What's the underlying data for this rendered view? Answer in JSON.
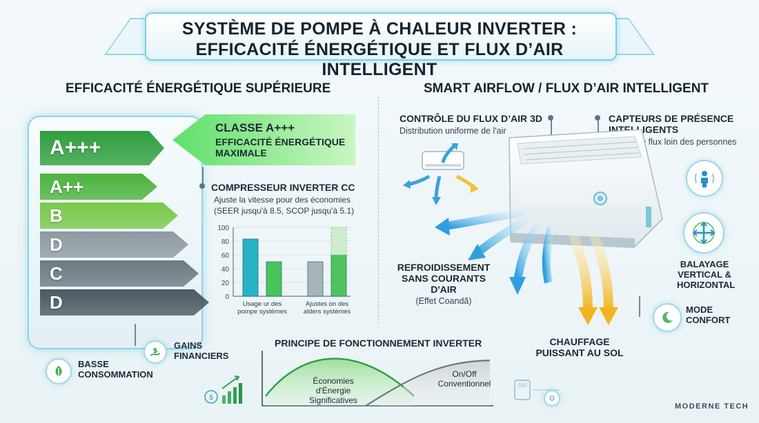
{
  "title": {
    "line1": "SYSTÈME DE POMPE À CHALEUR INVERTER :",
    "line2": "EFFICACITÉ ÉNERGÉTIQUE ET FLUX D’AIR INTELLIGENT"
  },
  "left": {
    "heading": "EFFICACITÉ ÉNERGÉTIQUE SUPÉRIEURE",
    "grades": [
      {
        "label": "A+++",
        "color": "#2f9e3e"
      },
      {
        "label": "A++",
        "color": "#4cb23c"
      },
      {
        "label": "B",
        "color": "#78c94a"
      },
      {
        "label": "D",
        "color": "#8e9aa1"
      },
      {
        "label": "C",
        "color": "#6d7a82"
      },
      {
        "label": "D",
        "color": "#4c5961"
      }
    ],
    "badge": {
      "title": "CLASSE A+++",
      "line2": "EFFICACITÉ ÉNERGÉTIQUE",
      "line3": "MAXIMALE"
    },
    "compressor": {
      "title": "COMPRESSEUR INVERTER CC",
      "line1": "Ajuste la vitesse pour des économies",
      "line2": "(SEER jusqu'à 8.5, SCOP jusqu'à 5.1)"
    },
    "gains": {
      "line1": "GAINS",
      "line2": "FINANCIERS"
    },
    "basse": {
      "line1": "BASSE",
      "line2": "CONSOMMATION"
    }
  },
  "chart_data": {
    "type": "bar",
    "categories": [
      "Usage ur des pompe systèmes",
      "Ajustes on des alders systèmes"
    ],
    "category_lines": [
      [
        "Usage ur des",
        "pompe systèmes"
      ],
      [
        "Ajustes on des",
        "alders systèmes"
      ]
    ],
    "series": [
      {
        "values": [
          83,
          50
        ]
      },
      {
        "values": [
          50,
          60
        ]
      }
    ],
    "ylim": [
      0,
      100
    ],
    "yticks": [
      "100",
      "80",
      "60",
      "40",
      "20",
      "0"
    ]
  },
  "principle": {
    "title": "PRINCIPE DE FONCTIONNEMENT INVERTER",
    "curve1_line1": "Économies d'Énergie",
    "curve1_line2": "Significatives",
    "curve2_line1": "On/Off",
    "curve2_line2": "Conventionnel"
  },
  "right": {
    "heading": "SMART AIRFLOW / FLUX D’AIR INTELLIGENT",
    "control": {
      "title": "CONTRÔLE DU FLUX D’AIR 3D",
      "sub": "Distribution uniforme de l'air"
    },
    "sensors": {
      "line1": "CAPTEURS DE PRÉSENCE",
      "line2": "INTELLIGENTS",
      "sub": "Oriente le flux loin des personnes"
    },
    "cooling": {
      "line1": "REFROIDISSEMENT",
      "line2": "SANS COURANTS D'AIR",
      "sub": "(Effet Coandă)"
    },
    "sweep": {
      "line1": "BALAYAGE",
      "line2": "VERTICAL &",
      "line3": "HORIZONTAL"
    },
    "comfort": {
      "line1": "MODE",
      "line2": "CONFORT"
    },
    "heating": {
      "line1": "CHAUFFAGE",
      "line2": "PUISSANT AU SOL"
    }
  },
  "brand": "MODERNE TECH",
  "colors": {
    "accent_cyan": "#7ccfe0",
    "green": "#3fbf4a",
    "blue_air": "#2fa7e0",
    "yellow_air": "#f1c232"
  }
}
